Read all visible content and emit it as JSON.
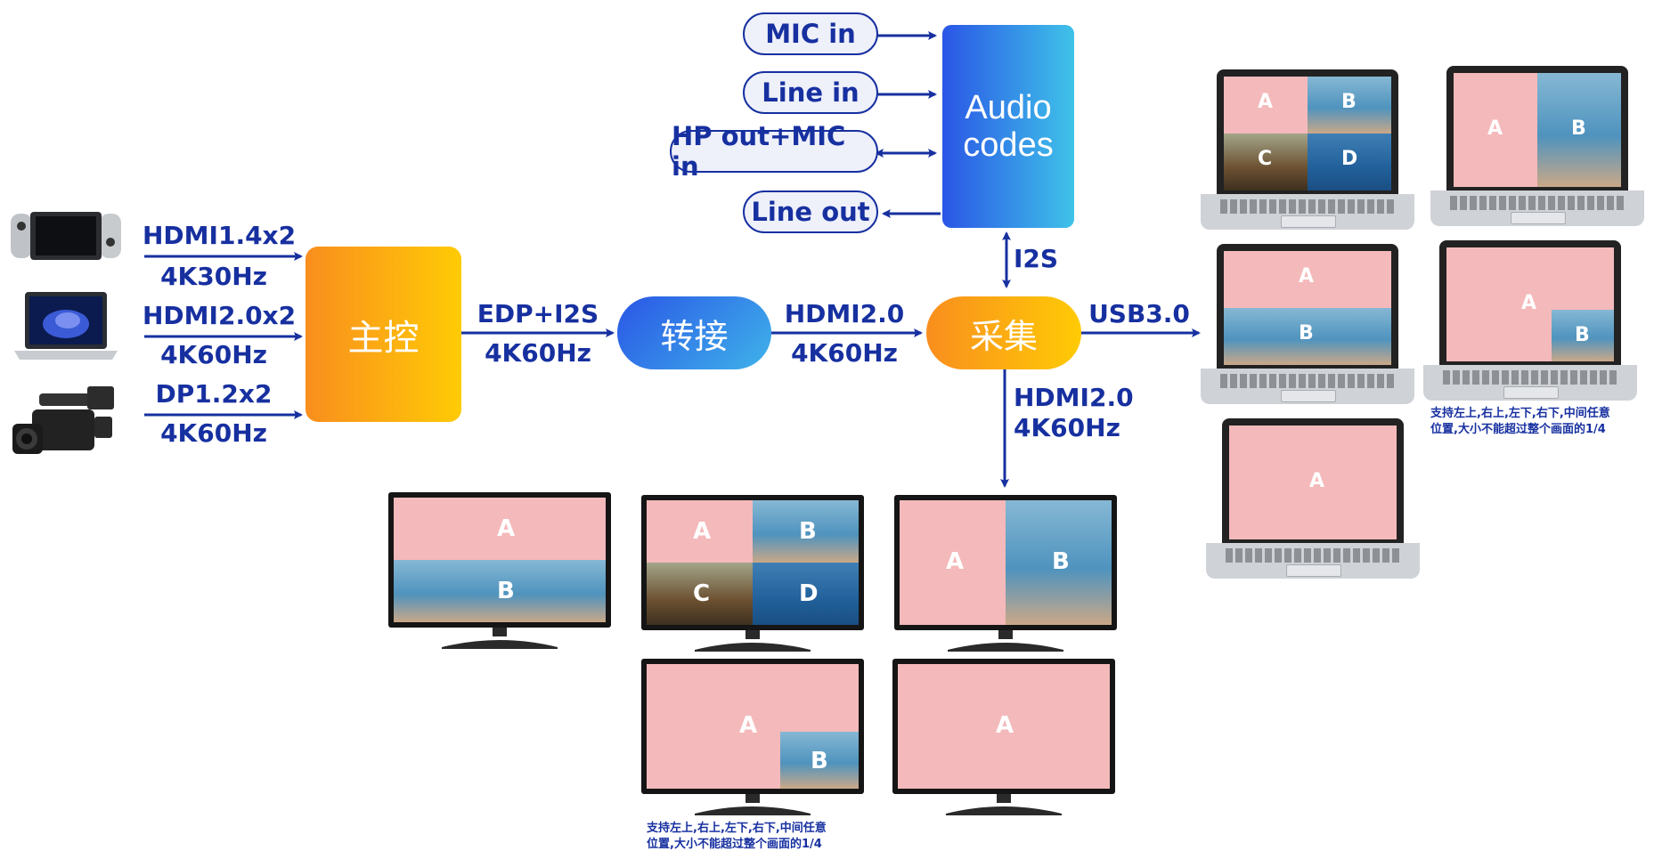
{
  "inputs": {
    "hdmi14": {
      "line1": "HDMI1.4x2",
      "line2": "4K30Hz"
    },
    "hdmi20": {
      "line1": "HDMI2.0x2",
      "line2": "4K60Hz"
    },
    "dp12": {
      "line1": "DP1.2x2",
      "line2": "4K60Hz"
    }
  },
  "blocks": {
    "main": "主控",
    "bridge": "转接",
    "capture": "采集",
    "audio_line1": "Audio",
    "audio_line2": "codes"
  },
  "links": {
    "edp": {
      "line1": "EDP+I2S",
      "line2": "4K60Hz"
    },
    "hdmi_bridge": {
      "line1": "HDMI2.0",
      "line2": "4K60Hz"
    },
    "i2s": "I2S",
    "usb": "USB3.0",
    "hdmi_out": {
      "line1": "HDMI2.0",
      "line2": "4K60Hz"
    }
  },
  "audio_ports": {
    "mic_in": "MIC in",
    "line_in": "Line in",
    "hp_out": "HP out+MIC in",
    "line_out": "Line out"
  },
  "notes": {
    "line1": "支持左上,右上,左下,右下,中间任意",
    "line2": "位置,大小不能超过整个画面的1/4"
  },
  "panes": {
    "a": "A",
    "b": "B",
    "c": "C",
    "d": "D"
  },
  "colors": {
    "label_blue": "#1730a0",
    "orange_start": "#f98e1e",
    "orange_end": "#ffcb05",
    "blue_start": "#2a56e6",
    "blue_end": "#3fb3ea"
  },
  "icons": [
    "game-console-icon",
    "laptop-icon",
    "camcorder-icon"
  ]
}
